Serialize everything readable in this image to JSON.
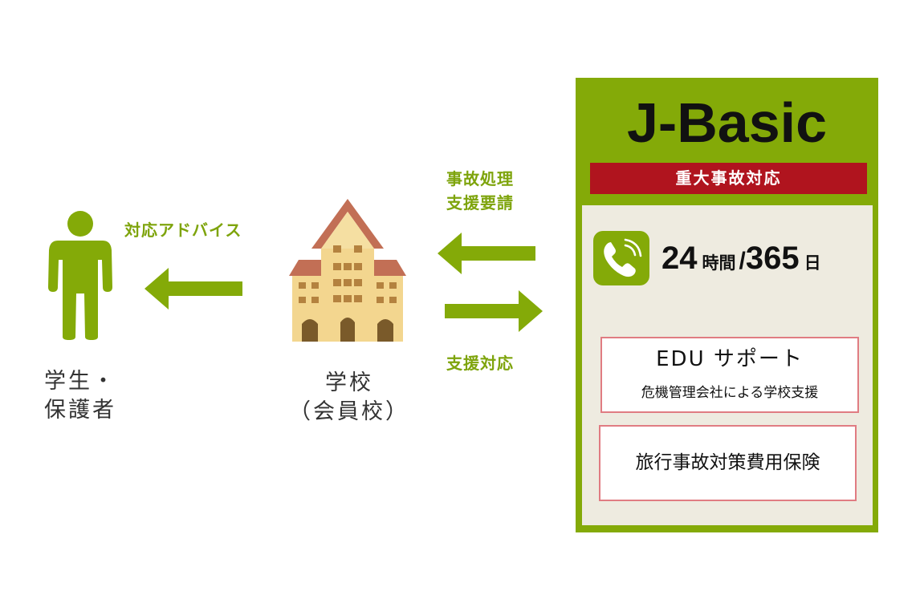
{
  "colors": {
    "green": "#84aa08",
    "label_green": "#7ea40c",
    "band_red": "#b0141e",
    "box_border": "#e07c82",
    "inner_bg": "#eeebe0",
    "building_roof": "#c26f55",
    "building_wall": "#f3d68f"
  },
  "icons": [
    "person-icon",
    "school-building-icon",
    "phone-icon"
  ],
  "student": {
    "line1": "学生・",
    "line2": "保護者"
  },
  "school": {
    "line1": "学校",
    "line2": "（会員校）"
  },
  "arrows": {
    "advice_label": "対応アドバイス",
    "request_label_line1": "事故処理",
    "request_label_line2": "支援要請",
    "support_label": "支援対応"
  },
  "jbasic": {
    "title": "J-Basic",
    "band": "重大事故対応",
    "hours": {
      "num1": "24",
      "unit1": "時間",
      "slash": "/",
      "num2": "365",
      "unit2": "日"
    },
    "edu": {
      "title": "EDU サポート",
      "subtitle": "危機管理会社による学校支援"
    },
    "insurance": "旅行事故対策費用保険"
  }
}
